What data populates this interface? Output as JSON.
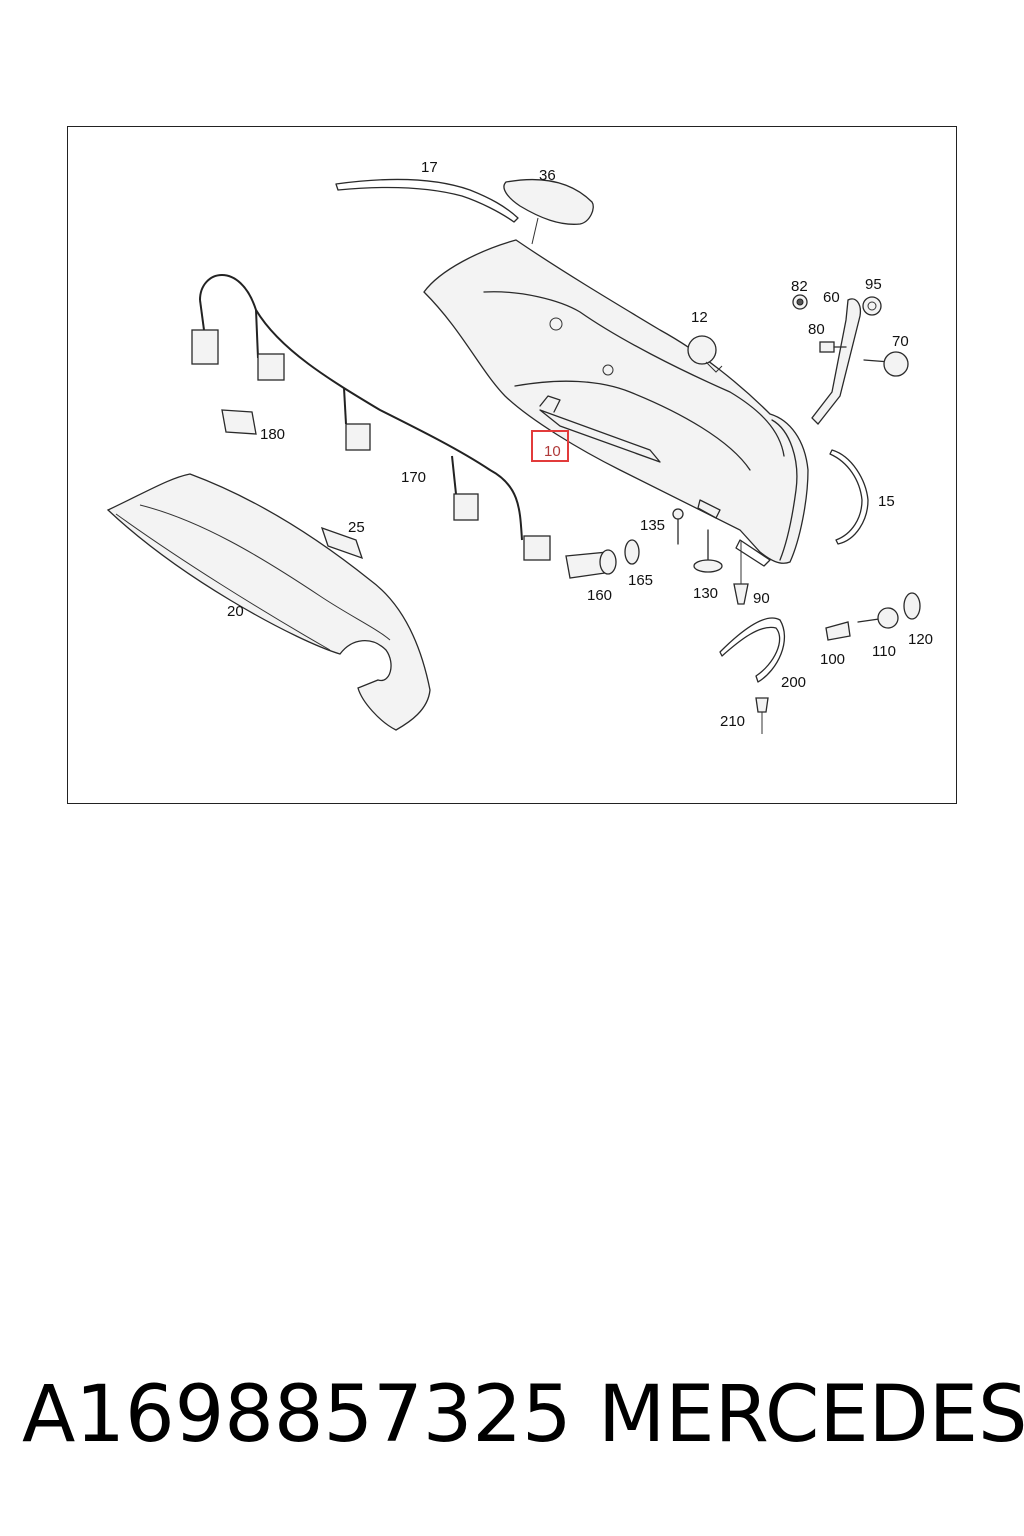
{
  "diagram": {
    "callouts": {
      "c17": "17",
      "c36": "36",
      "c82": "82",
      "c95": "95",
      "c60": "60",
      "c80": "80",
      "c70": "70",
      "c12": "12",
      "c180": "180",
      "c10": "10",
      "c170": "170",
      "c15": "15",
      "c25": "25",
      "c135": "135",
      "c20": "20",
      "c160": "160",
      "c165": "165",
      "c130": "130",
      "c90": "90",
      "c100": "100",
      "c110": "110",
      "c120": "120",
      "c200": "200",
      "c210": "210"
    },
    "highlight_color": "#e23b3b"
  },
  "footer": {
    "part_number": "A1698857325",
    "brand": "MERCEDES"
  }
}
